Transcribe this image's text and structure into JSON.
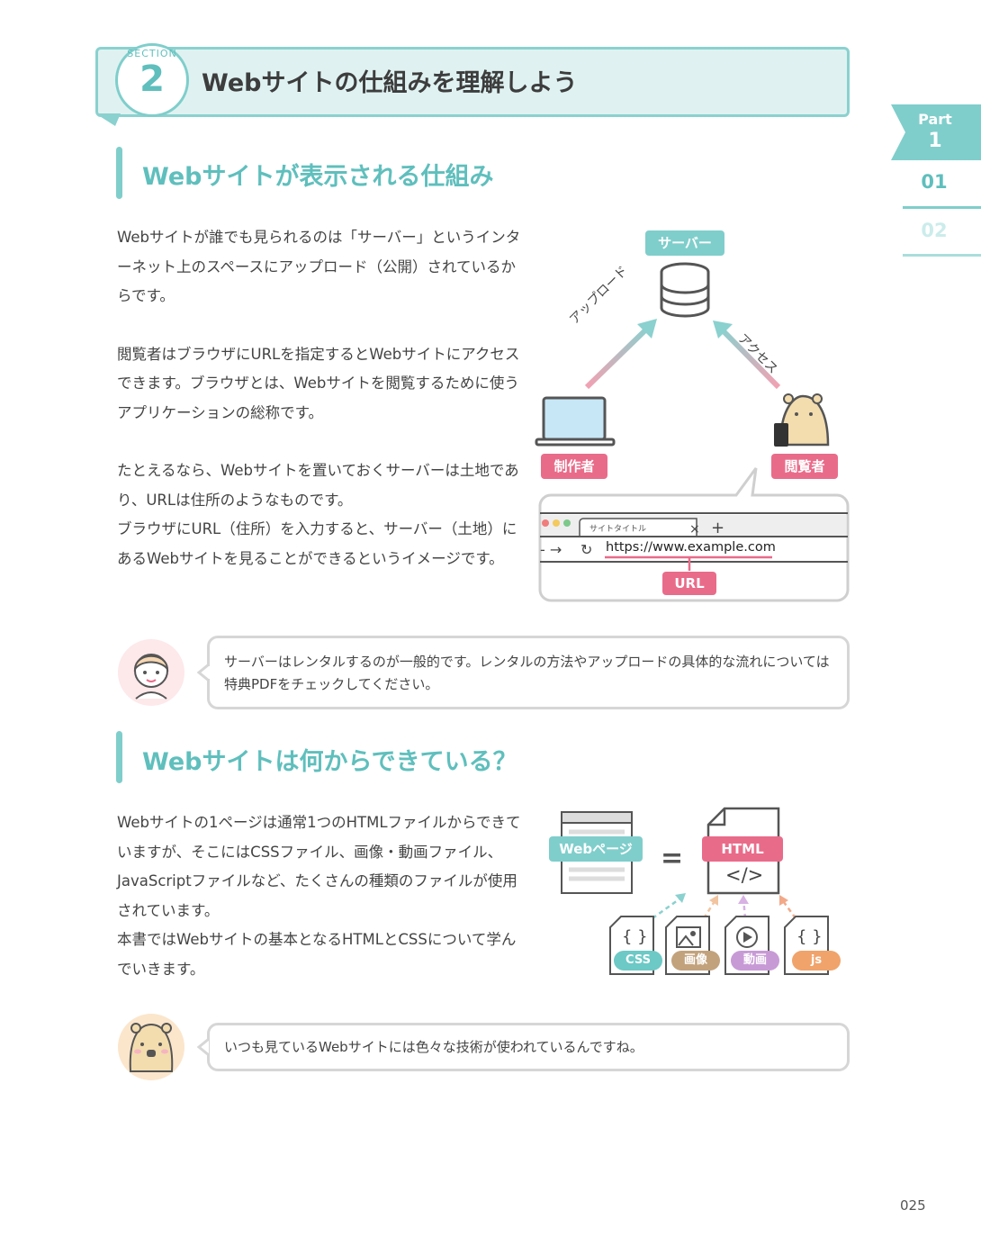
{
  "section": {
    "label": "SECTION",
    "number": "2",
    "title": "Webサイトの仕組みを理解しよう"
  },
  "side_tab": {
    "part_label": "Part",
    "part_number": "1",
    "item1": "01",
    "item2": "02"
  },
  "heading1": "Webサイトが表示される仕組み",
  "para1": [
    "Webサイトが誰でも見られるのは「サーバー」というインターネット上のスペースにアップロード（公開）されているからです。",
    "閲覧者はブラウザにURLを指定するとWebサイトにアクセスできます。ブラウザとは、Webサイトを閲覧するために使うアプリケーションの総称です。",
    "たとえるなら、Webサイトを置いておくサーバーは土地であり、URLは住所のようなものです。",
    "ブラウザにURL（住所）を入力すると、サーバー（土地）にあるWebサイトを見ることができるというイメージです。"
  ],
  "diagram1": {
    "server_label": "サーバー",
    "upload_label": "アップロード",
    "access_label": "アクセス",
    "creator_label": "制作者",
    "viewer_label": "閲覧者",
    "tab_title": "サイトタイトル",
    "url_text": "https://www.example.com",
    "url_label": "URL"
  },
  "tip1": "サーバーはレンタルするのが一般的です。レンタルの方法やアップロードの具体的な流れについては特典PDFをチェックしてください。",
  "heading2": "Webサイトは何からできている？",
  "para2": [
    "Webサイトの1ページは通常1つのHTMLファイルからできていますが、そこにはCSSファイル、画像・動画ファイル、JavaScriptファイルなど、たくさんの種類のファイルが使用されています。",
    "本書ではWebサイトの基本となるHTMLとCSSについて学んでいきます。"
  ],
  "diagram2": {
    "webpage_label": "Webページ",
    "equals": "=",
    "html_label": "HTML",
    "html_code": "</>",
    "files": [
      {
        "label": "CSS",
        "glyph": "{ }",
        "color": "#6cc9c6"
      },
      {
        "label": "画像",
        "glyph": "",
        "color": "#c2a27c"
      },
      {
        "label": "動画",
        "glyph": "",
        "color": "#c79ad6"
      },
      {
        "label": "js",
        "glyph": "{ }",
        "color": "#f0a36a"
      }
    ]
  },
  "tip2": "いつも見ているWebサイトには色々な技術が使われているんですね。",
  "page_number": "025"
}
